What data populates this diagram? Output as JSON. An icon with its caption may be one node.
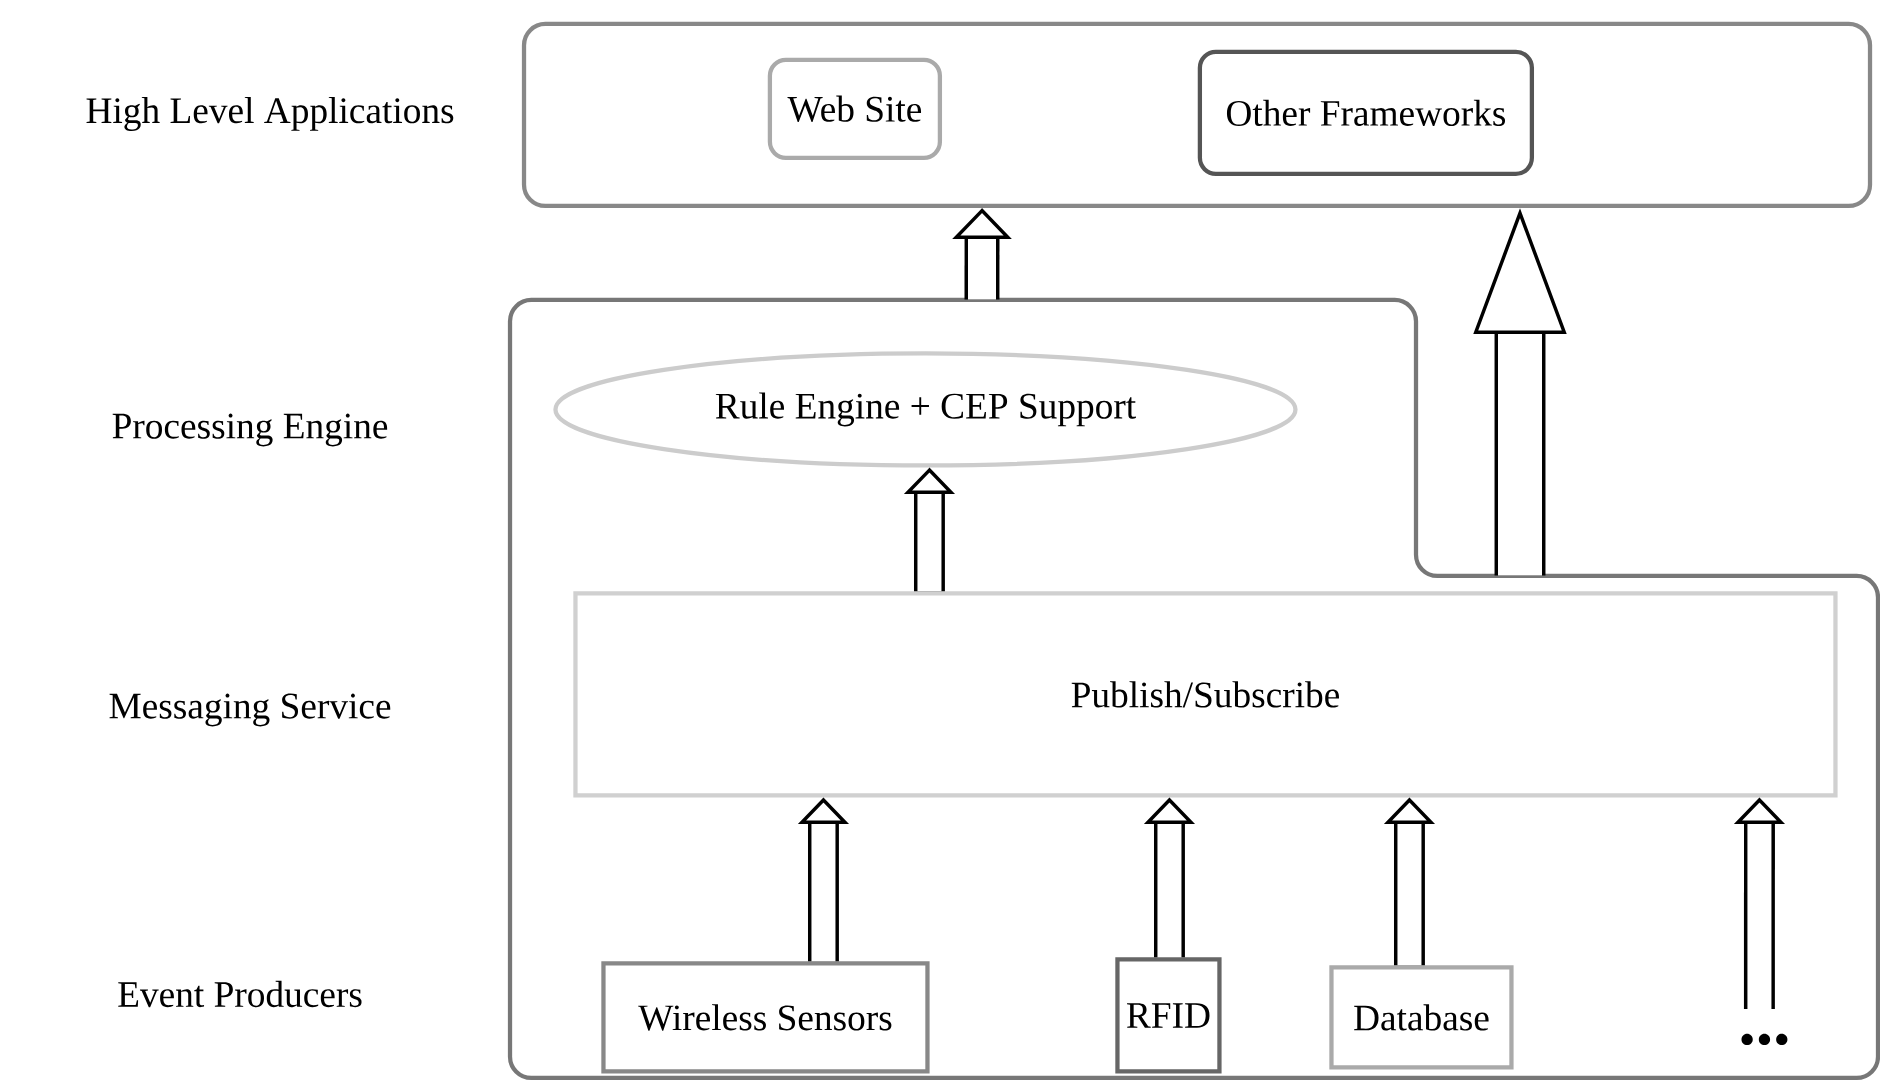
{
  "diagram": {
    "nodes": [
      {
        "text": [],
        "shape": "box"
      },
      {
        "text": [
          "Web Site"
        ],
        "in": 0
      },
      {
        "text": [
          "Other Frameworks"
        ],
        "in": 0
      },
      {
        "text": [],
        "shape": "box"
      },
      {
        "text": [
          "Rule Engine + CEP Support"
        ],
        "in": 3
      },
      {
        "text": [
          "Publish/Subscribe"
        ],
        "in": 3
      },
      {
        "text": [
          "Wireless Sensors"
        ],
        "in": 3
      },
      {
        "text": [
          "RFID"
        ],
        "in": 3
      },
      {
        "text": [
          "Database"
        ],
        "in": 3
      },
      {
        "text": [
          "..."
        ],
        "in": 3
      }
    ],
    "edges": [
      {
        "from": 6,
        "to": 5,
        "arrow": "to"
      },
      {
        "from": 7,
        "to": 5,
        "arrow": "to"
      },
      {
        "from": 8,
        "to": 5,
        "arrow": "to"
      },
      {
        "from": 9,
        "to": 5,
        "arrow": "to"
      },
      {
        "from": 5,
        "to": 4,
        "arrow": "to"
      },
      {
        "from": 3,
        "to": 0,
        "arrow": "to"
      },
      {
        "from": 3,
        "to": 0,
        "arrow": "to"
      }
    ],
    "labels": [
      "High Level Applications",
      "Processing Engine",
      "Messaging Service",
      "Event Producers"
    ]
  }
}
